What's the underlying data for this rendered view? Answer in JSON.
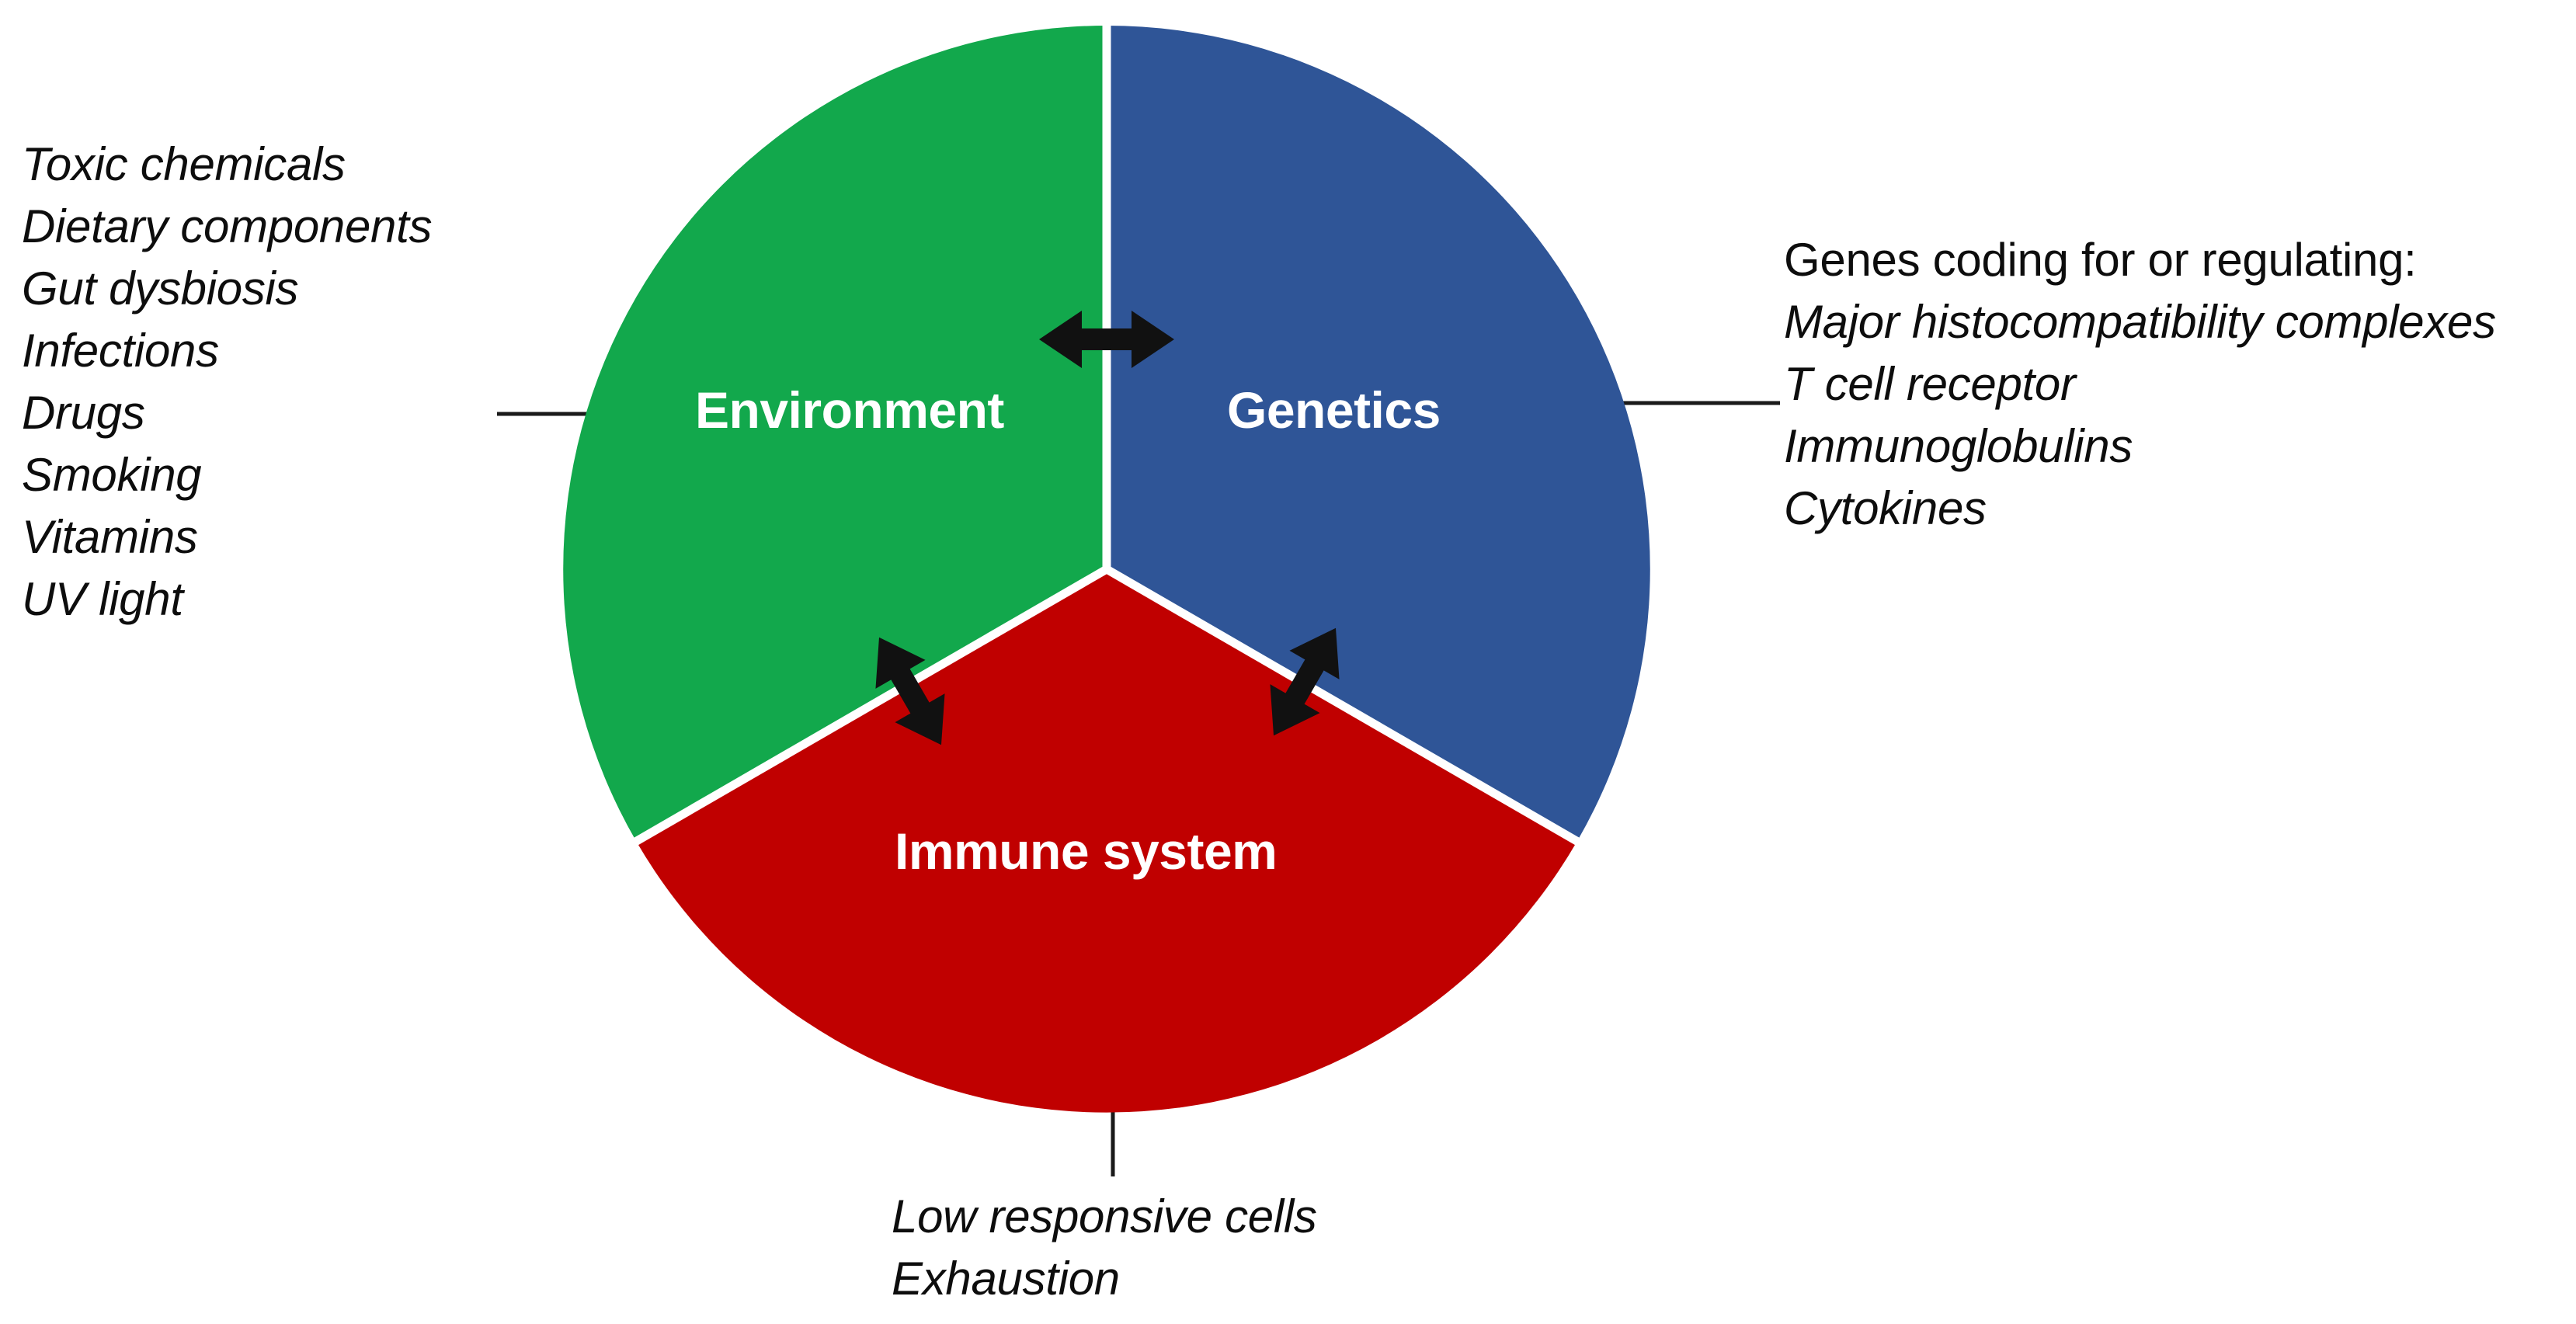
{
  "figure": {
    "type": "three-part-pie-diagram",
    "background": "#ffffff"
  },
  "chart_data": {
    "type": "pie",
    "title": "",
    "categories": [
      "Genetics",
      "Immune system",
      "Environment"
    ],
    "values": [
      33.33,
      33.33,
      33.33
    ],
    "colors": [
      "#2F5597",
      "#C00000",
      "#12A84C"
    ],
    "start_angle_deg": 0,
    "legend": "none",
    "annotations": [
      "Bidirectional arrow between Environment and Genetics",
      "Bidirectional arrow between Environment and Immune system",
      "Bidirectional arrow between Genetics and Immune system"
    ]
  },
  "colors": {
    "environment": "#12A84C",
    "genetics": "#2F5597",
    "immune": "#C00000",
    "label_text": "#ffffff",
    "body_text": "#0d0d0d",
    "leader_line": "#1a1a1a",
    "arrow": "#111111",
    "divider": "#ffffff"
  },
  "sectors": {
    "environment": {
      "label": "Environment"
    },
    "genetics": {
      "label": "Genetics"
    },
    "immune": {
      "label": "Immune system"
    }
  },
  "environment_factors": {
    "items": [
      "Toxic chemicals",
      "Dietary components",
      "Gut dysbiosis",
      "Infections",
      "Drugs",
      "Smoking",
      "Vitamins",
      "UV light"
    ]
  },
  "genetics_factors": {
    "heading": "Genes coding for or regulating:",
    "items": [
      "Major histocompatibility complexes",
      "T cell receptor",
      "Immunoglobulins",
      "Cytokines"
    ]
  },
  "immune_factors": {
    "items": [
      "Low responsive cells",
      "Exhaustion"
    ]
  }
}
